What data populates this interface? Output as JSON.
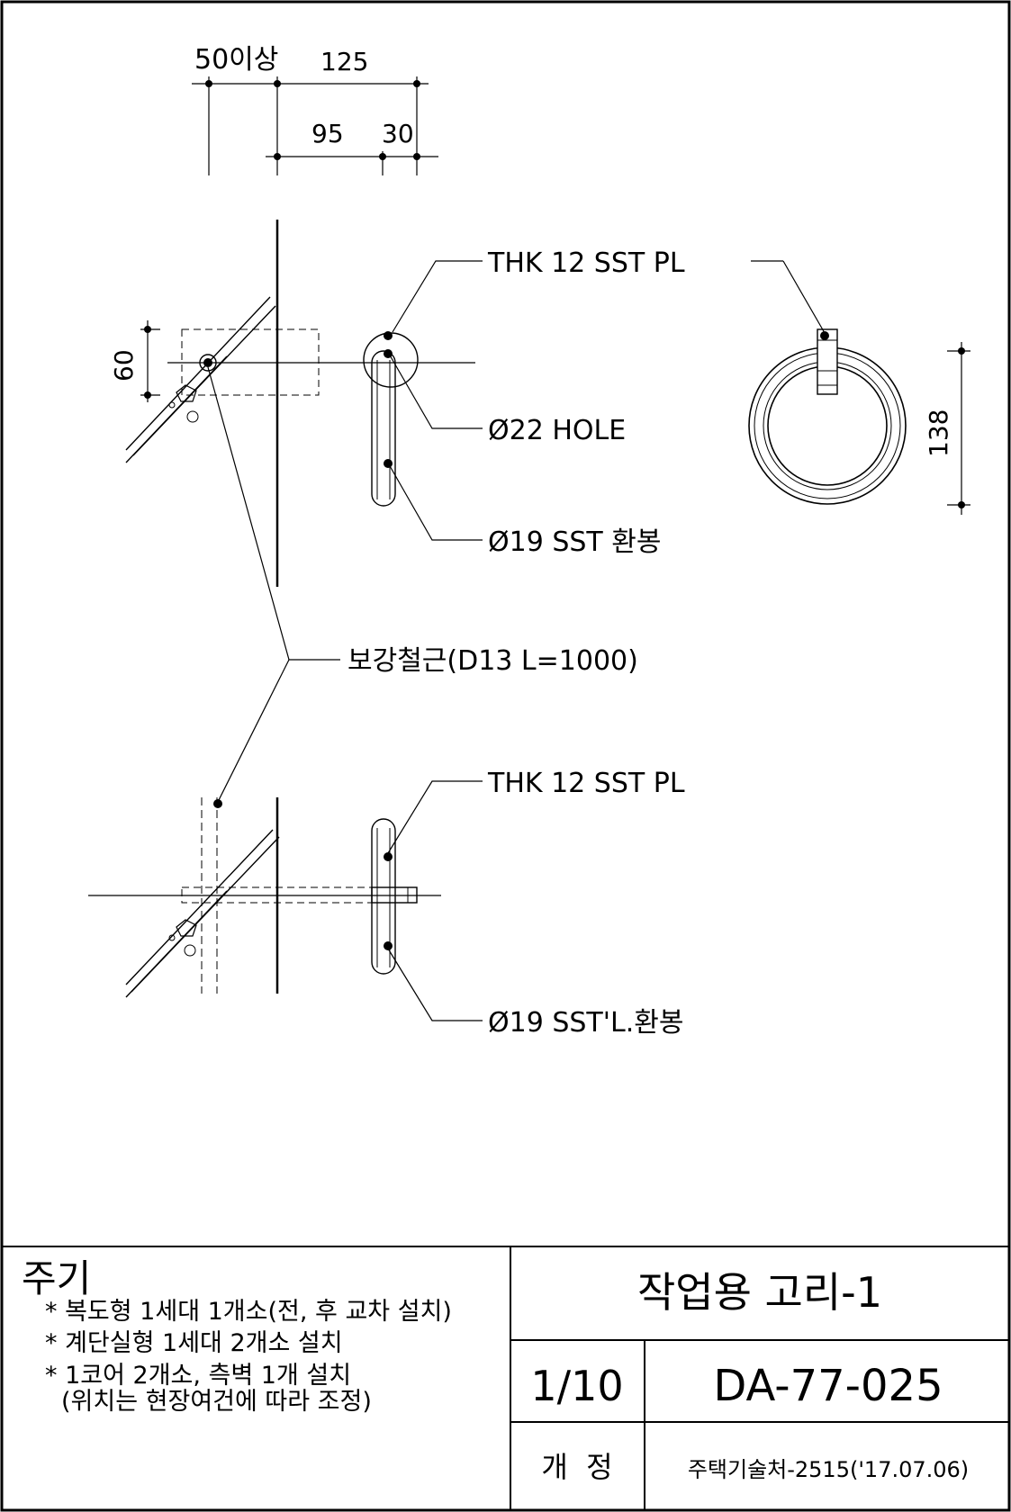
{
  "drawing": {
    "dims_top": {
      "min_offset": "50이상",
      "total": "125",
      "part_a": "95",
      "part_b": "30"
    },
    "dim_side": "60",
    "dim_ring": "138",
    "labels": {
      "plate_top": "THK 12 SST PL",
      "hole": "Ø22 HOLE",
      "bar": "Ø19 SST 환봉",
      "rebar": "보강철근(D13  L=1000)",
      "plate_bottom": "THK 12 SST PL",
      "bar_bottom": "Ø19 SST'L.환봉"
    }
  },
  "notes": {
    "title": "주기",
    "items": [
      "* 복도형 1세대 1개소(전, 후 교차 설치)",
      "* 계단실형 1세대 2개소 설치",
      "* 1코어 2개소, 측벽 1개 설치",
      "(위치는 현장여건에 따라 조정)"
    ]
  },
  "title_block": {
    "title": "작업용 고리-1",
    "scale": "1/10",
    "drawing_no": "DA-77-025",
    "revision_label": "개  정",
    "revision_value": "주택기술처-2515('17.07.06)"
  }
}
